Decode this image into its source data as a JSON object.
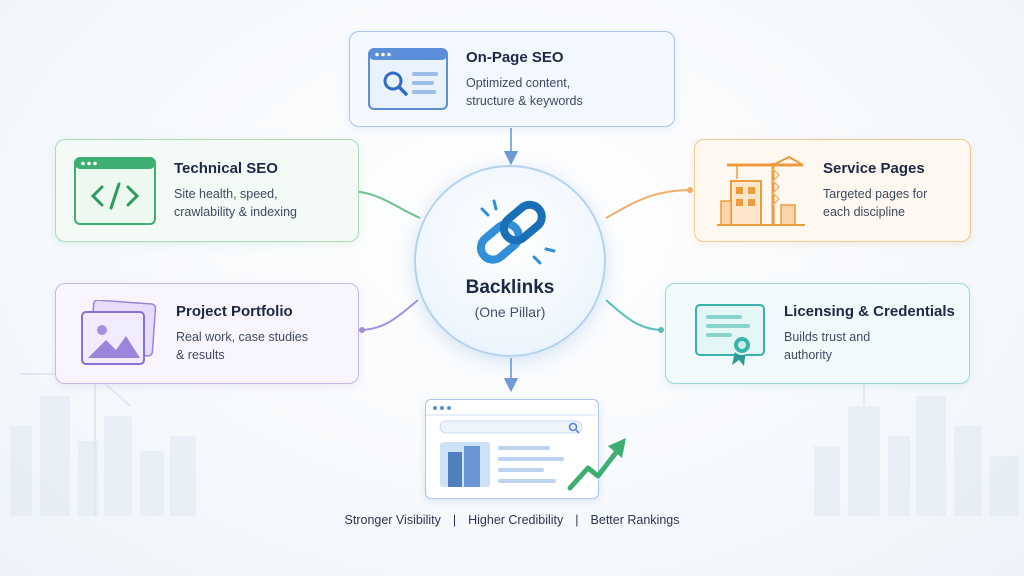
{
  "hub": {
    "title": "Backlinks",
    "subtitle": "(One Pillar)"
  },
  "cards": {
    "onpage": {
      "title": "On-Page SEO",
      "desc_line1": "Optimized content,",
      "desc_line2": "structure & keywords"
    },
    "technical": {
      "title": "Technical SEO",
      "desc_line1": "Site health, speed,",
      "desc_line2": "crawlability & indexing"
    },
    "service": {
      "title": "Service Pages",
      "desc_line1": "Targeted pages for",
      "desc_line2": "each discipline"
    },
    "portfolio": {
      "title": "Project Portfolio",
      "desc_line1": "Real work, case studies",
      "desc_line2": "& results"
    },
    "licensing": {
      "title": "Licensing & Credentials",
      "desc_line1": "Builds trust and",
      "desc_line2": "authority"
    }
  },
  "footer": {
    "item1": "Stronger Visibility",
    "item2": "Higher Credibility",
    "item3": "Better Rankings",
    "separator": "|"
  },
  "colors": {
    "blue": "#5b8fd9",
    "green": "#3fae73",
    "orange": "#f0a24b",
    "purple": "#9b84dc",
    "teal": "#3bb3ad",
    "hub_blue": "#2f8fd8"
  },
  "icons": {
    "onpage": "browser-search-icon",
    "technical": "code-window-icon",
    "service": "construction-crane-icon",
    "portfolio": "image-gallery-icon",
    "licensing": "certificate-icon",
    "hub": "chain-link-icon",
    "result": "search-results-page-icon"
  }
}
